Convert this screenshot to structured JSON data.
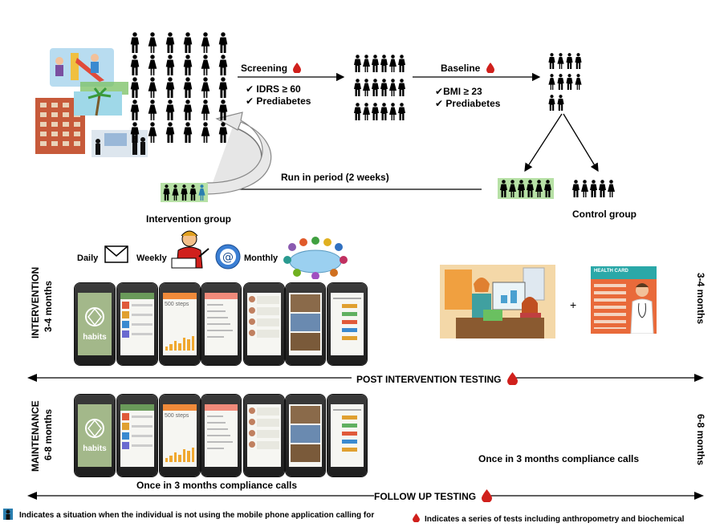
{
  "screening": {
    "label": "Screening",
    "criteria": [
      "IDRS ≥ 60",
      "Prediabetes"
    ]
  },
  "baseline": {
    "label": "Baseline",
    "criteria": [
      "BMI ≥ 23",
      "Prediabetes"
    ]
  },
  "run_in": {
    "label": "Run in period (2 weeks)"
  },
  "groups": {
    "intervention": "Intervention group",
    "control": "Control group"
  },
  "contact": {
    "daily": "Daily",
    "weekly": "Weekly",
    "monthly": "Monthly"
  },
  "phases": {
    "intervention": {
      "name": "INTERVENTION",
      "duration": "3-4 months",
      "right_duration": "3-4 months"
    },
    "maintenance": {
      "name": "MAINTENANCE",
      "duration": "6-8 months",
      "right_duration": "6-8 months"
    }
  },
  "testing": {
    "post": "POST INTERVENTION TESTING",
    "follow": "FOLLOW UP TESTING"
  },
  "calls": {
    "left": "Once in 3 months compliance calls",
    "right": "Once in 3 months compliance calls"
  },
  "plus": "+",
  "app": {
    "logo_text": "habits",
    "steps": "500 steps",
    "health_card": "HEALTH CARD"
  },
  "legend": {
    "person": "Indicates a situation when the individual is not using the mobile phone application calling for",
    "drop": "Indicates a series of tests including anthropometry and biochemical"
  },
  "colors": {
    "drop": "#d0201c",
    "app_green": "#a3b88a",
    "group_bg": "#b7e1a6",
    "accent_person": "#2a7fb0"
  }
}
